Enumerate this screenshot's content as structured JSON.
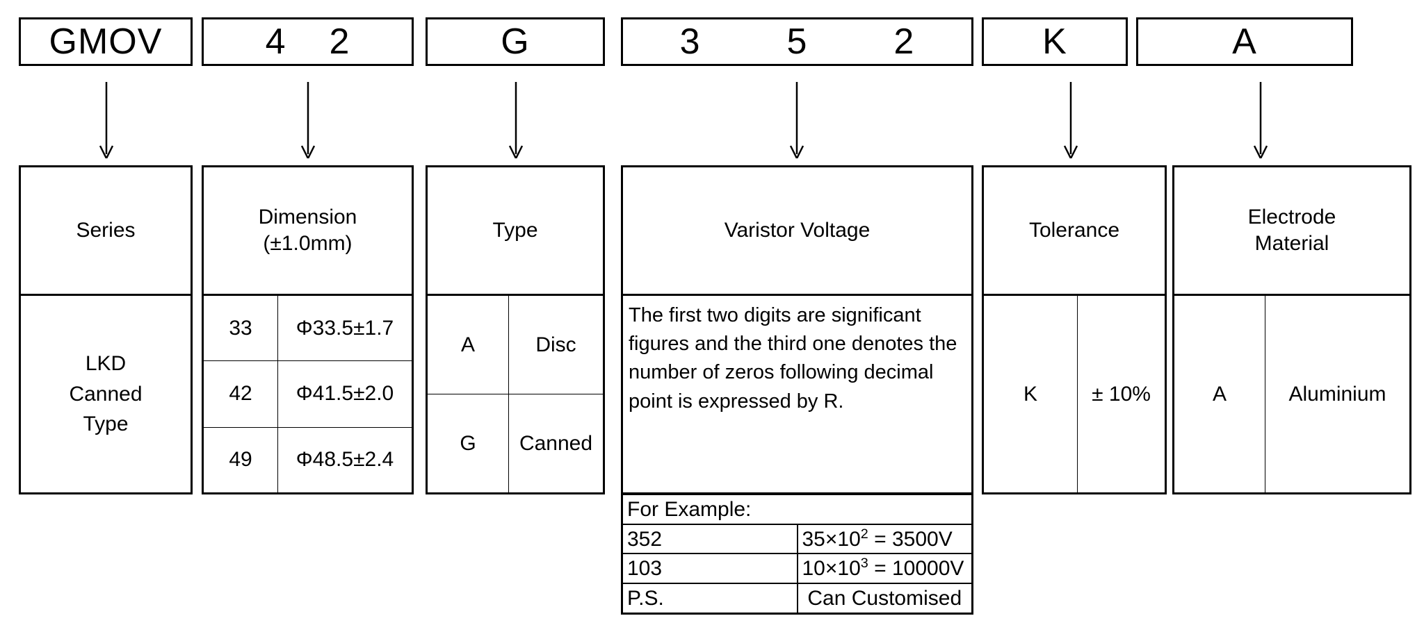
{
  "part_number": {
    "segments": [
      {
        "name": "series",
        "value": "GMOV"
      },
      {
        "name": "dimension",
        "value": "4    2"
      },
      {
        "name": "type",
        "value": "G"
      },
      {
        "name": "voltage",
        "value": "3        5        2"
      },
      {
        "name": "tolerance",
        "value": "K"
      },
      {
        "name": "electrode",
        "value": "A"
      }
    ]
  },
  "columns": {
    "series": {
      "header": "Series",
      "body": "LKD\nCanned\nType"
    },
    "dimension": {
      "header_line1": "Dimension",
      "header_line2": "(±1.0mm)",
      "rows": [
        {
          "code": "33",
          "value": "Φ33.5±1.7"
        },
        {
          "code": "42",
          "value": "Φ41.5±2.0"
        },
        {
          "code": "49",
          "value": "Φ48.5±2.4"
        }
      ]
    },
    "type": {
      "header": "Type",
      "rows": [
        {
          "code": "A",
          "value": "Disc"
        },
        {
          "code": "G",
          "value": "Canned"
        }
      ]
    },
    "varistor_voltage": {
      "header": "Varistor Voltage",
      "description": "The first two digits are significant figures and the third one denotes the number of zeros following decimal point is expressed by R.",
      "example_title": "For Example:",
      "example_rows": [
        {
          "code": "352",
          "calc_base": "35×10",
          "calc_exp": "2",
          "calc_result": " = 3500V"
        },
        {
          "code": "103",
          "calc_base": "10×10",
          "calc_exp": "3",
          "calc_result": " = 10000V"
        },
        {
          "code": "P.S.",
          "calc_base": "Can Customised",
          "calc_exp": "",
          "calc_result": ""
        }
      ]
    },
    "tolerance": {
      "header": "Tolerance",
      "rows": [
        {
          "code": "K",
          "value": "± 10%"
        }
      ]
    },
    "electrode_material": {
      "header_line1": "Electrode",
      "header_line2": "Material",
      "rows": [
        {
          "code": "A",
          "value": "Aluminium"
        }
      ]
    }
  },
  "arrows": {
    "icon": "down-arrow-icon",
    "count": 6
  },
  "colors": {
    "line": "#000000",
    "background": "#ffffff",
    "text": "#000000"
  }
}
